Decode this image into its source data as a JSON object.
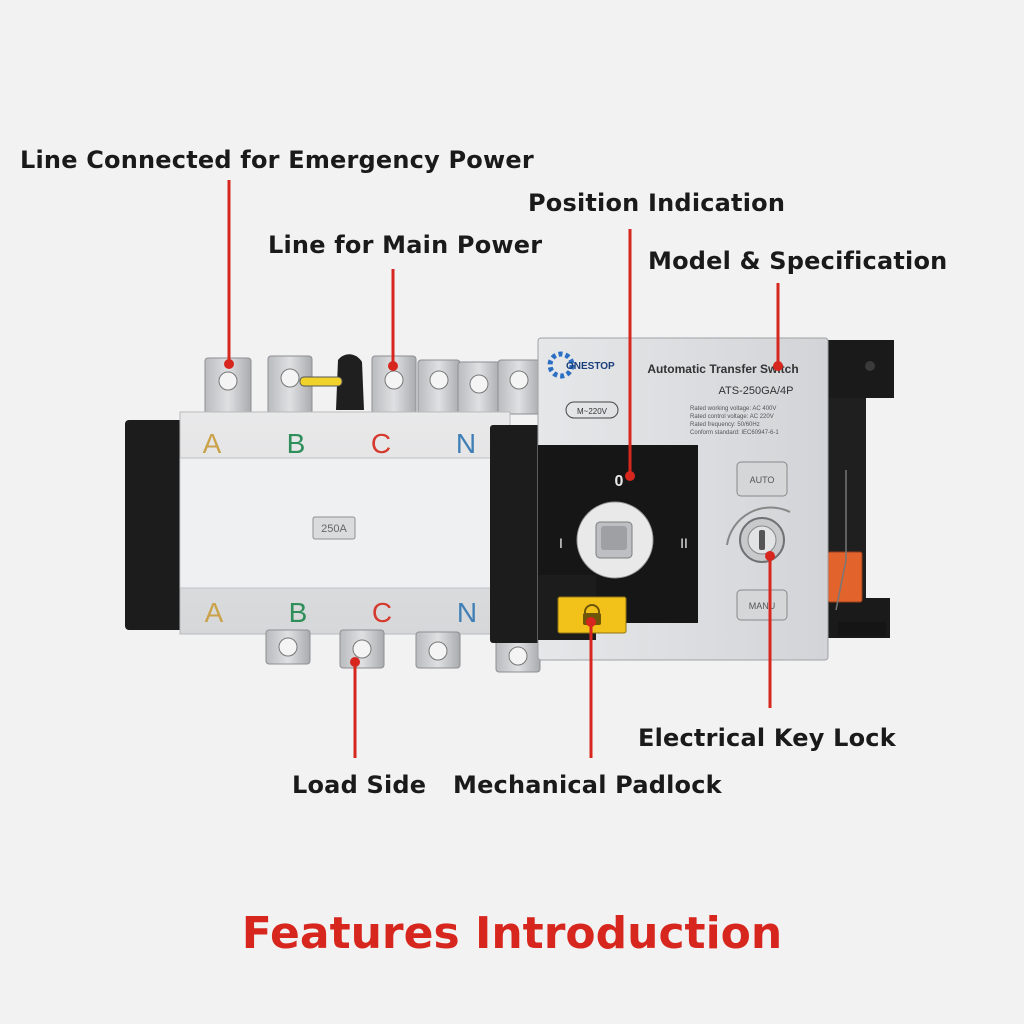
{
  "callouts": {
    "emergency_power": "Line Connected for Emergency Power",
    "main_power": "Line for Main Power",
    "position_indication": "Position Indication",
    "model_spec": "Model & Specification",
    "electrical_key_lock": "Electrical Key Lock",
    "load_side": "Load Side",
    "mechanical_padlock": "Mechanical Padlock"
  },
  "device": {
    "phases_top": [
      "A",
      "B",
      "C",
      "N"
    ],
    "phases_bottom": [
      "A",
      "B",
      "C",
      "N"
    ],
    "rating_tag": "250A",
    "brand": "ONESTOP",
    "panel_title": "Automatic Transfer Switch",
    "model": "ATS-250GA/4P",
    "motor_badge": "M~220V",
    "spec_lines": [
      "Rated working voltage: AC 400V",
      "Rated control voltage: AC 220V",
      "Rated frequency: 50/60Hz",
      "Conform standard: IEC60947-6-1"
    ],
    "dial_marks": {
      "zero": "0",
      "one": "I",
      "two": "II"
    },
    "key_labels": {
      "auto": "AUTO",
      "manual": "MANU"
    }
  },
  "footer": {
    "title": "Features Introduction"
  },
  "colors": {
    "leader": "#d7261e",
    "phase_a": "#c9a24a",
    "phase_b": "#2f8f5a",
    "phase_c": "#d63a2e",
    "phase_n": "#3f7fb5",
    "title": "#d7261e"
  }
}
